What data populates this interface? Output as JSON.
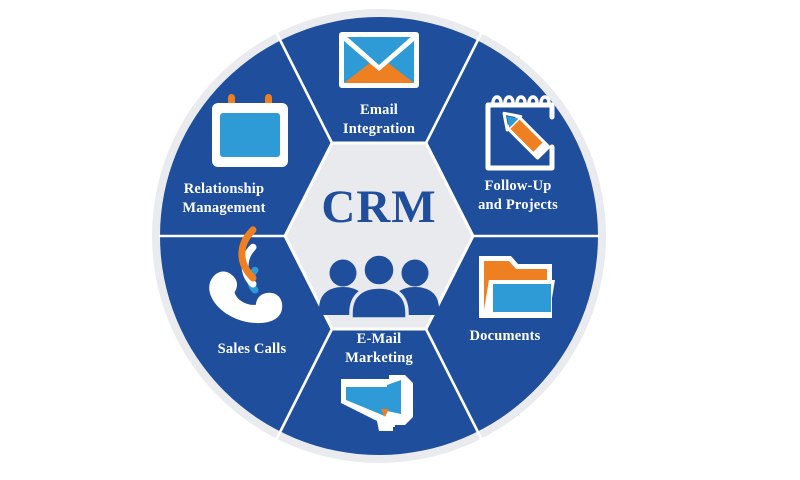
{
  "diagram": {
    "title": "CRM",
    "type": "hub-and-spoke-wheel",
    "center": {
      "label": "CRM",
      "icon": "people-group-icon"
    },
    "colors": {
      "wheel_blue": "#1f4e9c",
      "hub_gray": "#e8eaed",
      "ring_gray": "#e2e4e7",
      "accent_orange": "#ef8022",
      "accent_light_blue": "#2e9bd6",
      "divider_white": "#ffffff",
      "label_white": "#ffffff",
      "center_text_blue": "#1f4e9c",
      "background": "#ffffff"
    },
    "segments": [
      {
        "id": "email-integration",
        "label_line1": "Email",
        "label_line2": "Integration",
        "icon": "envelope-icon",
        "position": "top"
      },
      {
        "id": "follow-up-and-projects",
        "label_line1": "Follow-Up",
        "label_line2": "and Projects",
        "icon": "notepad-pencil-icon",
        "position": "top-right"
      },
      {
        "id": "documents",
        "label_line1": "Documents",
        "label_line2": "",
        "icon": "folder-icon",
        "position": "bottom-right"
      },
      {
        "id": "e-mail-marketing",
        "label_line1": "E-Mail",
        "label_line2": "Marketing",
        "icon": "megaphone-icon",
        "position": "bottom"
      },
      {
        "id": "sales-calls",
        "label_line1": "Sales Calls",
        "label_line2": "",
        "icon": "phone-signal-icon",
        "position": "bottom-left"
      },
      {
        "id": "relationship-management",
        "label_line1": "Relationship",
        "label_line2": "Management",
        "icon": "calendar-icon",
        "position": "top-left"
      }
    ]
  }
}
